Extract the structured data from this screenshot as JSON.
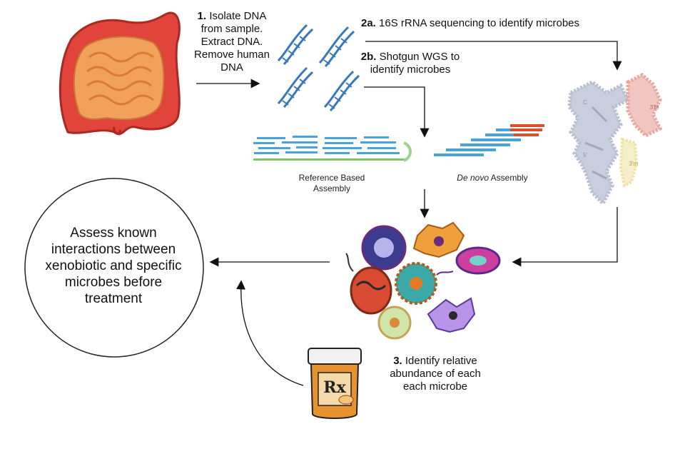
{
  "step1": {
    "num": "1.",
    "lines": [
      "Isolate DNA",
      "from sample.",
      "Extract DNA.",
      "Remove human",
      "DNA"
    ]
  },
  "step2a": {
    "num": "2a.",
    "text": "16S rRNA sequencing to identify microbes"
  },
  "step2b": {
    "num": "2b.",
    "line1": "Shotgun WGS to",
    "line2": "identify microbes"
  },
  "reference_assembly": {
    "line1": "Reference Based",
    "line2": "Assembly"
  },
  "denovo_assembly": {
    "italic": "De novo",
    "rest": " Assembly"
  },
  "rrna_labels": {
    "five_prime": "5'",
    "three_prime_m": "3'M",
    "three_prime": "3'm",
    "c_label": "C"
  },
  "outcome": {
    "lines": [
      "Assess known",
      "interactions between",
      "xenobiotic and specific",
      "microbes before",
      "treatment"
    ]
  },
  "step3": {
    "num": "3.",
    "line1": "Identify relative",
    "line2": "abundance of each",
    "line3": "each microbe"
  },
  "bottle": {
    "label_symbol": "Rx"
  },
  "colors": {
    "intestine_red": "#e0443a",
    "intestine_orange": "#f2a15a",
    "dna_blue": "#3a78b8",
    "read_blue": "#4aa3d8",
    "read_red": "#d9502e",
    "rrna_gray": "#b8bfcf",
    "rrna_pink": "#e8a7a0",
    "rrna_yellow": "#efe2a6",
    "bottle_orange": "#e6922e"
  }
}
